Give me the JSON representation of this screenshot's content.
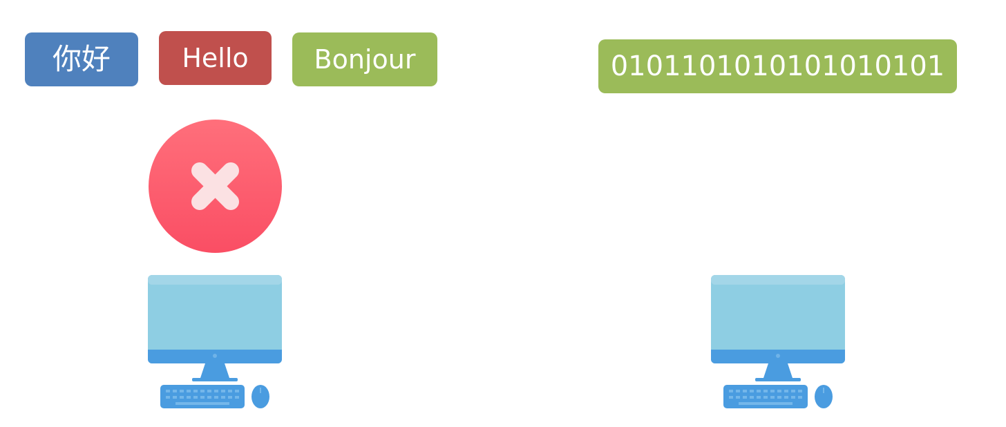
{
  "left_side": {
    "greetings": [
      "你好",
      "Hello",
      "Bonjour"
    ],
    "status_icon": "error-x-icon",
    "device_icon": "desktop-computer-icon"
  },
  "right_side": {
    "binary": "0101101010101010101",
    "device_icon": "desktop-computer-icon"
  },
  "colors": {
    "chinese_chip": "#4f81bd",
    "english_chip": "#c0504d",
    "french_chip": "#9bbb59",
    "binary_chip": "#9bbb59",
    "error_red": "#ff5a6a",
    "monitor_screen": "#8ecee3",
    "monitor_frame": "#4a9ce0"
  }
}
